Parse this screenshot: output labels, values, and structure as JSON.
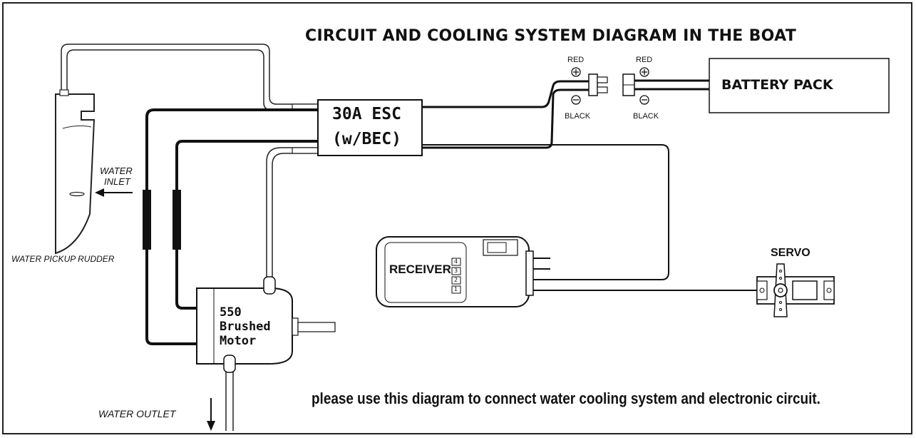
{
  "diagram": {
    "title": "CIRCUIT AND COOLING SYSTEM DIAGRAM IN THE BOAT",
    "esc": {
      "line1": "30A ESC",
      "line2": "(w/BEC)"
    },
    "battery": "BATTERY PACK",
    "connector_left": {
      "red": "RED",
      "black": "BLACK",
      "plus": "+",
      "minus": "−"
    },
    "connector_right": {
      "red": "RED",
      "black": "BLACK",
      "plus": "+",
      "minus": "−"
    },
    "water_inlet": {
      "line1": "WATER",
      "line2": "INLET"
    },
    "rudder": "WATER PICKUP RUDDER",
    "receiver": {
      "label": "RECEIVER",
      "channels": [
        "4",
        "3",
        "2",
        "1"
      ]
    },
    "servo": "SERVO",
    "motor": {
      "line1": "550",
      "line2": "Brushed",
      "line3": "Motor"
    },
    "water_outlet": "WATER OUTLET",
    "note": "please use  this diagram to connect water cooling system and electronic circuit."
  }
}
